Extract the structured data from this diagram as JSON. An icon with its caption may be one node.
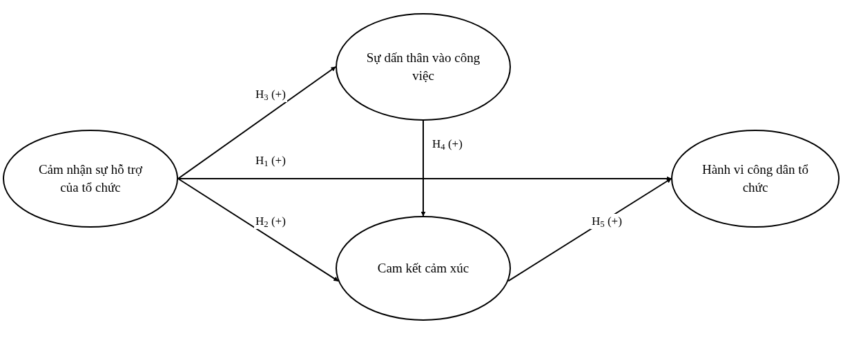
{
  "diagram": {
    "nodes": [
      {
        "text": [
          "Cảm nhận sự hỗ trợ của tổ chức"
        ]
      },
      {
        "text": [
          "Sự dấn thân vào công việc"
        ]
      },
      {
        "text": [
          "Cam kết cảm xúc"
        ]
      },
      {
        "text": [
          "Hành vi công dân tổ chức"
        ]
      }
    ],
    "edges": [
      {
        "from": 0,
        "to": 1,
        "arrow": "to",
        "label": "H$_{3}$ (+)"
      },
      {
        "from": 0,
        "to": 3,
        "arrow": "to",
        "label": "H$_{1}$ (+)"
      },
      {
        "from": 0,
        "to": 2,
        "arrow": "to",
        "label": "H$_{2}$ (+)"
      },
      {
        "from": 1,
        "to": 2,
        "arrow": "to",
        "label": "H$_{4}$ (+)"
      },
      {
        "from": 2,
        "to": 3,
        "arrow": "to",
        "label": "H$_{5}$ (+)"
      }
    ]
  }
}
